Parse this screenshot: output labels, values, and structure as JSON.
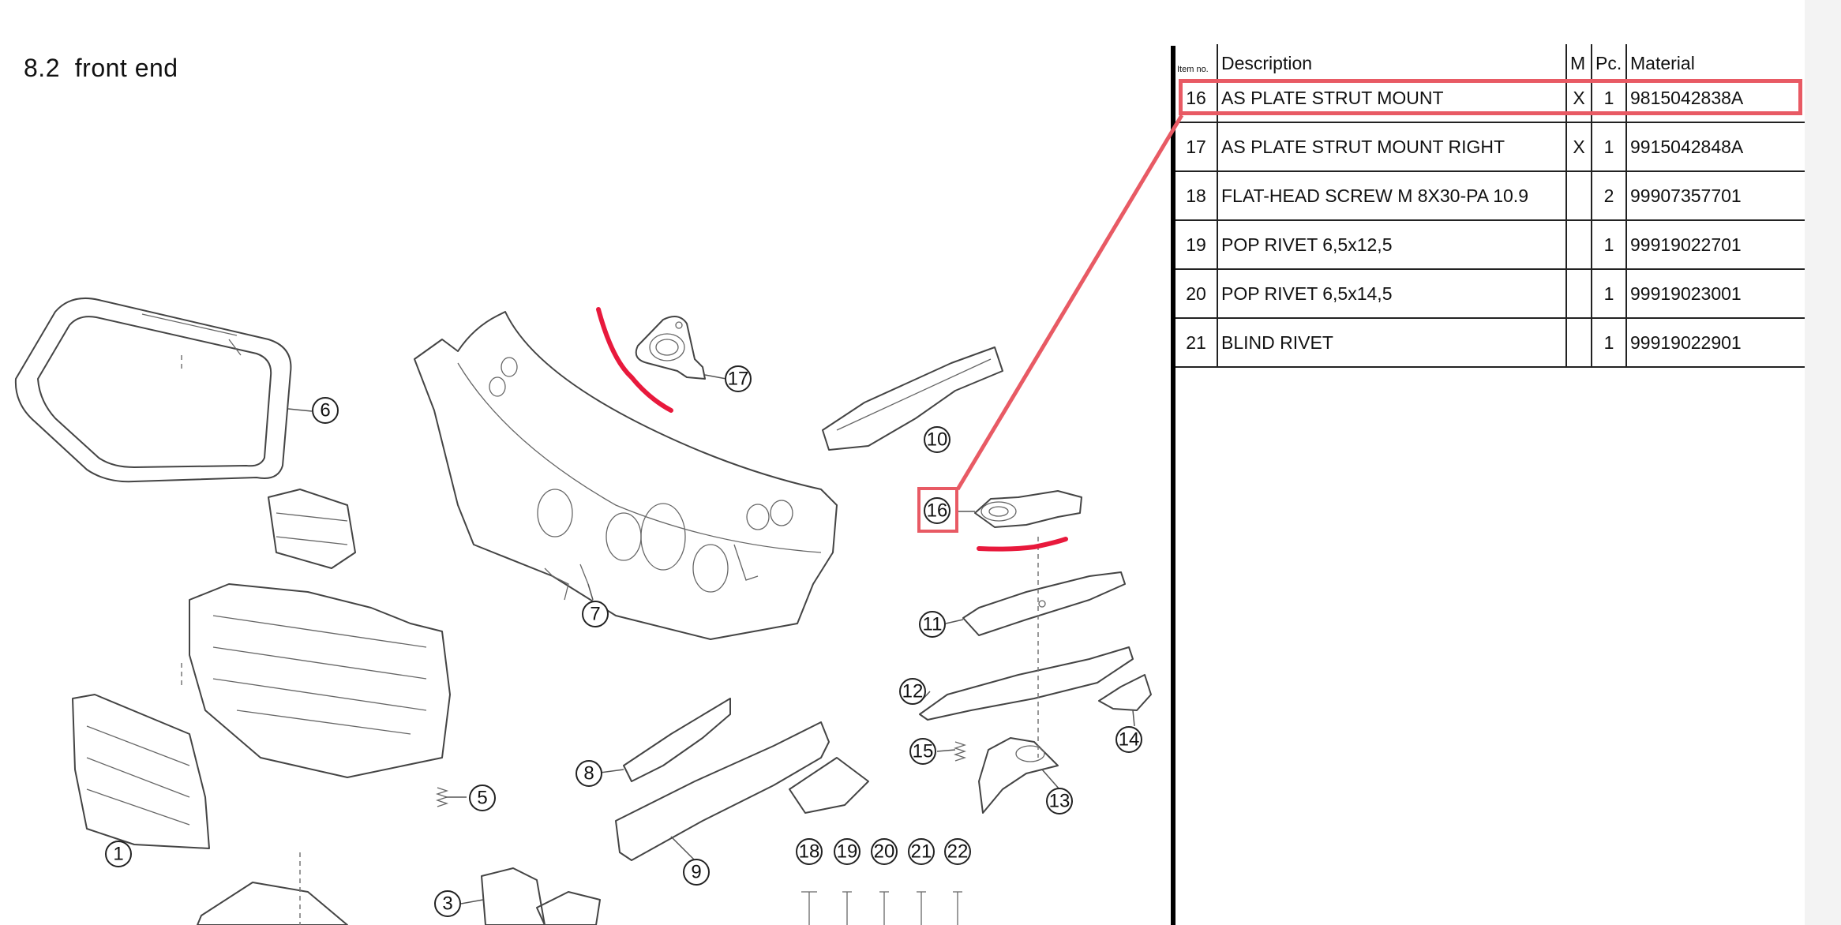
{
  "page_title": "8.2  front end",
  "callouts": [
    "1",
    "3",
    "5",
    "6",
    "7",
    "8",
    "9",
    "10",
    "11",
    "12",
    "13",
    "14",
    "15",
    "16",
    "17",
    "18",
    "19",
    "20",
    "21",
    "22"
  ],
  "table": {
    "headers": {
      "item_no": "Item no.",
      "description": "Description",
      "m": "M",
      "pc": "Pc.",
      "material": "Material"
    },
    "rows": [
      {
        "item": "16",
        "description": "AS PLATE STRUT MOUNT",
        "m": "X",
        "pc": "1",
        "material": "9815042838A"
      },
      {
        "item": "17",
        "description": "AS PLATE STRUT MOUNT RIGHT",
        "m": "X",
        "pc": "1",
        "material": "9915042848A"
      },
      {
        "item": "18",
        "description": "FLAT-HEAD SCREW M 8X30-PA 10.9",
        "m": "",
        "pc": "2",
        "material": "99907357701"
      },
      {
        "item": "19",
        "description": "POP RIVET 6,5x12,5",
        "m": "",
        "pc": "1",
        "material": "99919022701"
      },
      {
        "item": "20",
        "description": "POP RIVET 6,5x14,5",
        "m": "",
        "pc": "1",
        "material": "99919023001"
      },
      {
        "item": "21",
        "description": "BLIND RIVET",
        "m": "",
        "pc": "1",
        "material": "99919022901"
      }
    ]
  },
  "colors": {
    "highlight": "#e85a64",
    "annotation": "#e8193c",
    "linework": "#444444"
  }
}
